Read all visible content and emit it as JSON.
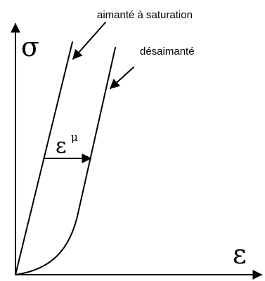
{
  "labels": {
    "saturated": "aimanté à saturation",
    "demagnetized": "désaimanté",
    "y_axis": "σ",
    "x_axis": "ε",
    "strain_main": "ε",
    "strain_sup": "μ"
  },
  "colors": {
    "stroke": "#000000",
    "background": "#ffffff"
  }
}
